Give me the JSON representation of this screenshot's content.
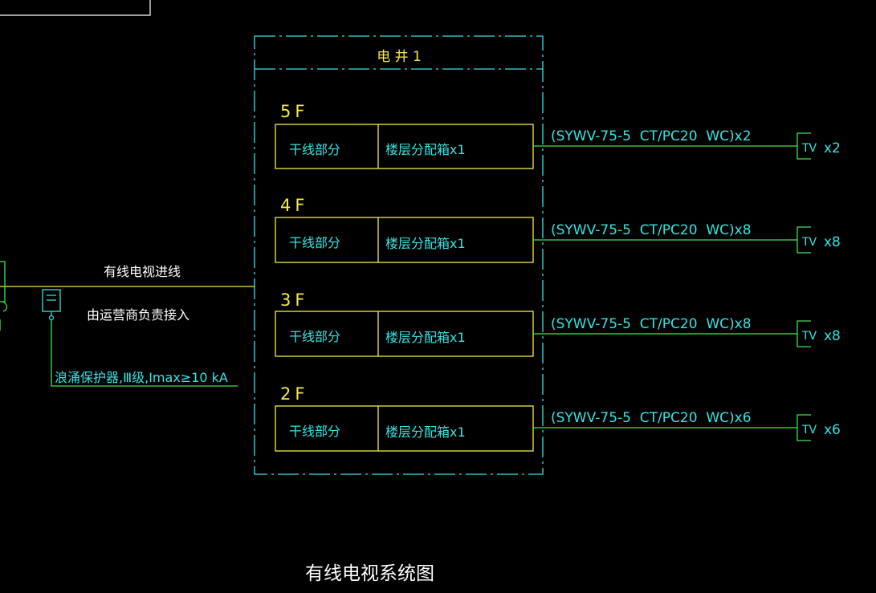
{
  "diagram": {
    "title": "有线电视系统图",
    "shaft_label": "电 井 1",
    "incoming": {
      "line_label": "有线电视进线",
      "operator_note": "由运营商负责接入",
      "surge_protector": "浪涌保护器,Ⅲ级,Imax≥10 kA"
    },
    "floors": [
      {
        "floor": "5F",
        "trunk": "干线部分",
        "box": "楼层分配箱x1",
        "cable": "(SYWV-75-5  CT/PC20  WC)x2",
        "tv": "TV",
        "tv_count": "x2"
      },
      {
        "floor": "4F",
        "trunk": "干线部分",
        "box": "楼层分配箱x1",
        "cable": "(SYWV-75-5  CT/PC20  WC)x8",
        "tv": "TV",
        "tv_count": "x8"
      },
      {
        "floor": "3F",
        "trunk": "干线部分",
        "box": "楼层分配箱x1",
        "cable": "(SYWV-75-5  CT/PC20  WC)x8",
        "tv": "TV",
        "tv_count": "x8"
      },
      {
        "floor": "2F",
        "trunk": "干线部分",
        "box": "楼层分配箱x1",
        "cable": "(SYWV-75-5  CT/PC20  WC)x6",
        "tv": "TV",
        "tv_count": "x6"
      }
    ],
    "colors": {
      "cyan": "#35e3e3",
      "yellow": "#f4e94a",
      "green": "#3ee64a",
      "white": "#ffffff"
    }
  }
}
